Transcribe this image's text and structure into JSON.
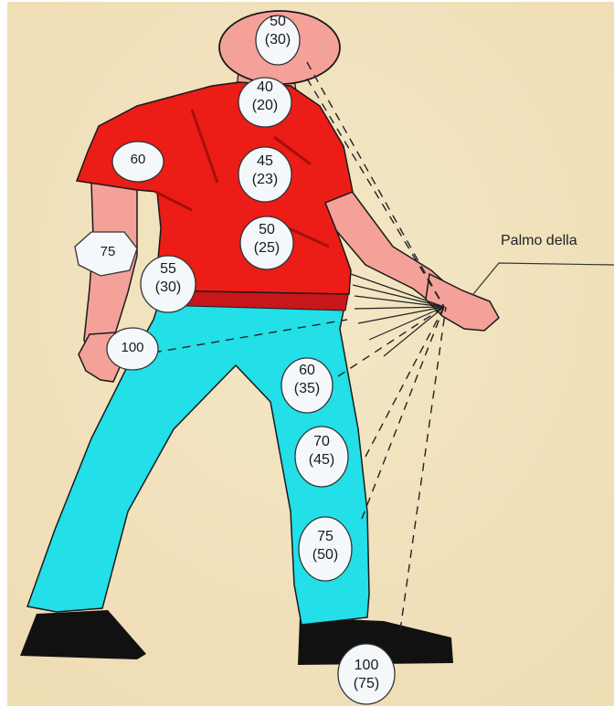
{
  "palm_label": "Palmo della",
  "points": [
    {
      "id": "head",
      "value": "50",
      "sub": "(30)"
    },
    {
      "id": "neck",
      "value": "40",
      "sub": "(20)"
    },
    {
      "id": "shoulder",
      "value": "60",
      "sub": ""
    },
    {
      "id": "chest",
      "value": "45",
      "sub": "(23)"
    },
    {
      "id": "belly",
      "value": "50",
      "sub": "(25)"
    },
    {
      "id": "elbow",
      "value": "75",
      "sub": ""
    },
    {
      "id": "forearm",
      "value": "55",
      "sub": "(30)"
    },
    {
      "id": "hand-left",
      "value": "100",
      "sub": ""
    },
    {
      "id": "thigh",
      "value": "60",
      "sub": "(35)"
    },
    {
      "id": "knee",
      "value": "70",
      "sub": "(45)"
    },
    {
      "id": "shin",
      "value": "75",
      "sub": "(50)"
    },
    {
      "id": "foot",
      "value": "100",
      "sub": "(75)"
    }
  ],
  "colors": {
    "background": "#f1e3bf",
    "skin": "#f4a199",
    "shirt": "#ec1c16",
    "pants": "#22dfe8",
    "shoes": "#111111",
    "bubble": "#f4f8fb"
  }
}
